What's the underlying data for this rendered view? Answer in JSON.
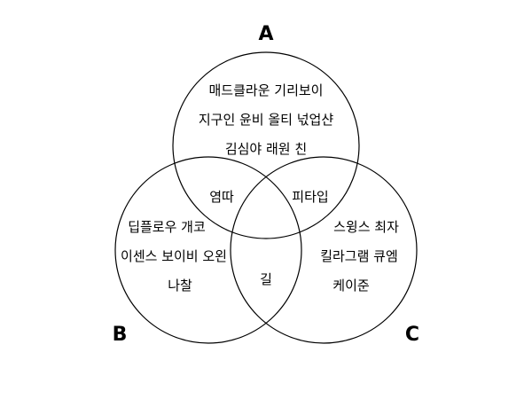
{
  "sets": {
    "a": "A",
    "b": "B",
    "c": "C"
  },
  "regions": {
    "a_only": [
      "매드클라운 기리보이",
      "지구인 윤비 올티 넋업샨",
      "김심야 래원 친"
    ],
    "b_only": [
      "딥플로우 개코",
      "이센스 보이비 오왼",
      "나찰"
    ],
    "c_only": [
      "스윙스 최자",
      "킬라그램 큐엠",
      "케이준"
    ],
    "ab": "염따",
    "ac": "피타입",
    "abc": "길"
  }
}
